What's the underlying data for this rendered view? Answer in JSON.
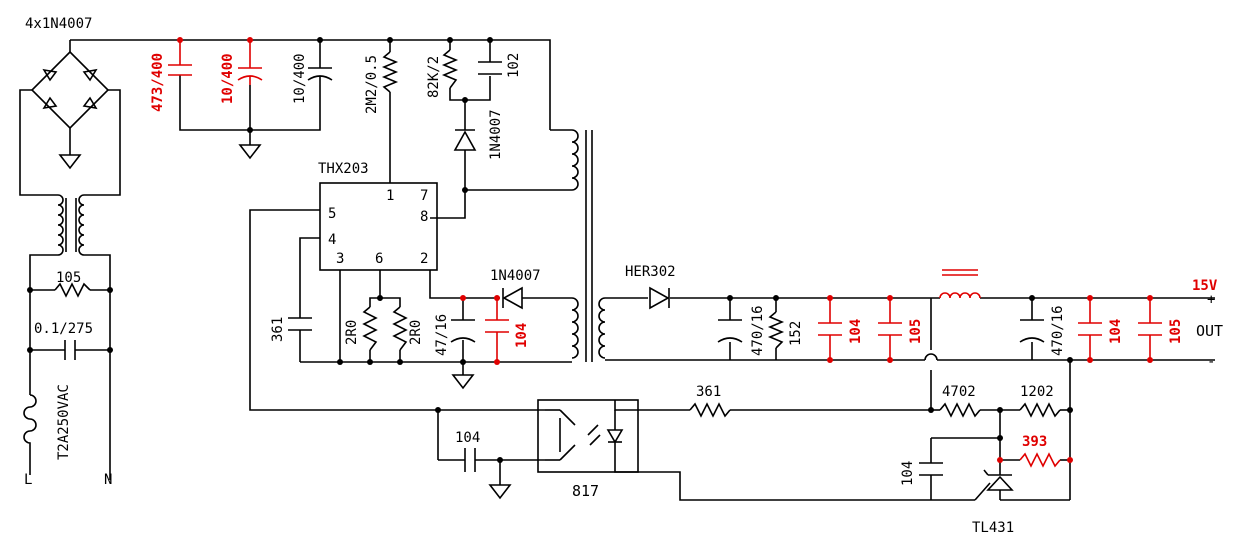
{
  "colors": {
    "wire": "#000000",
    "highlight": "#e00000",
    "background": "#ffffff"
  },
  "labels": {
    "bridge": "4x1N4007",
    "c473": "473/400",
    "c10_400_red": "10/400",
    "c10_400": "10/400",
    "r2m2": "2M2/0.5",
    "r82k": "82K/2",
    "c102": "102",
    "d1n4007_top": "1N4007",
    "ic": "THX203",
    "pin1": "1",
    "pin7": "7",
    "pin8": "8",
    "pin5": "5",
    "pin4": "4",
    "pin3": "3",
    "pin6": "6",
    "pin2": "2",
    "c361": "361",
    "r2r0a": "2R0",
    "r2r0b": "2R0",
    "c47_16": "47/16",
    "c104_aux": "104",
    "d1n4007_aux": "1N4007",
    "her302": "HER302",
    "c470_16a": "470/16",
    "r152": "152",
    "c104_out1": "104",
    "c105_out1": "105",
    "c470_16b": "470/16",
    "c104_out2": "104",
    "c105_out2": "105",
    "v15": "15V",
    "plus": "+",
    "out": "OUT",
    "minus": "-",
    "r105": "105",
    "c01_275": "0.1/275",
    "fuse": "T2A250VAC",
    "L": "L",
    "N": "N",
    "r361": "361",
    "c104_fb": "104",
    "opto": "817",
    "r4702": "4702",
    "r1202": "1202",
    "r393": "393",
    "c104_tl": "104",
    "tl431": "TL431"
  }
}
